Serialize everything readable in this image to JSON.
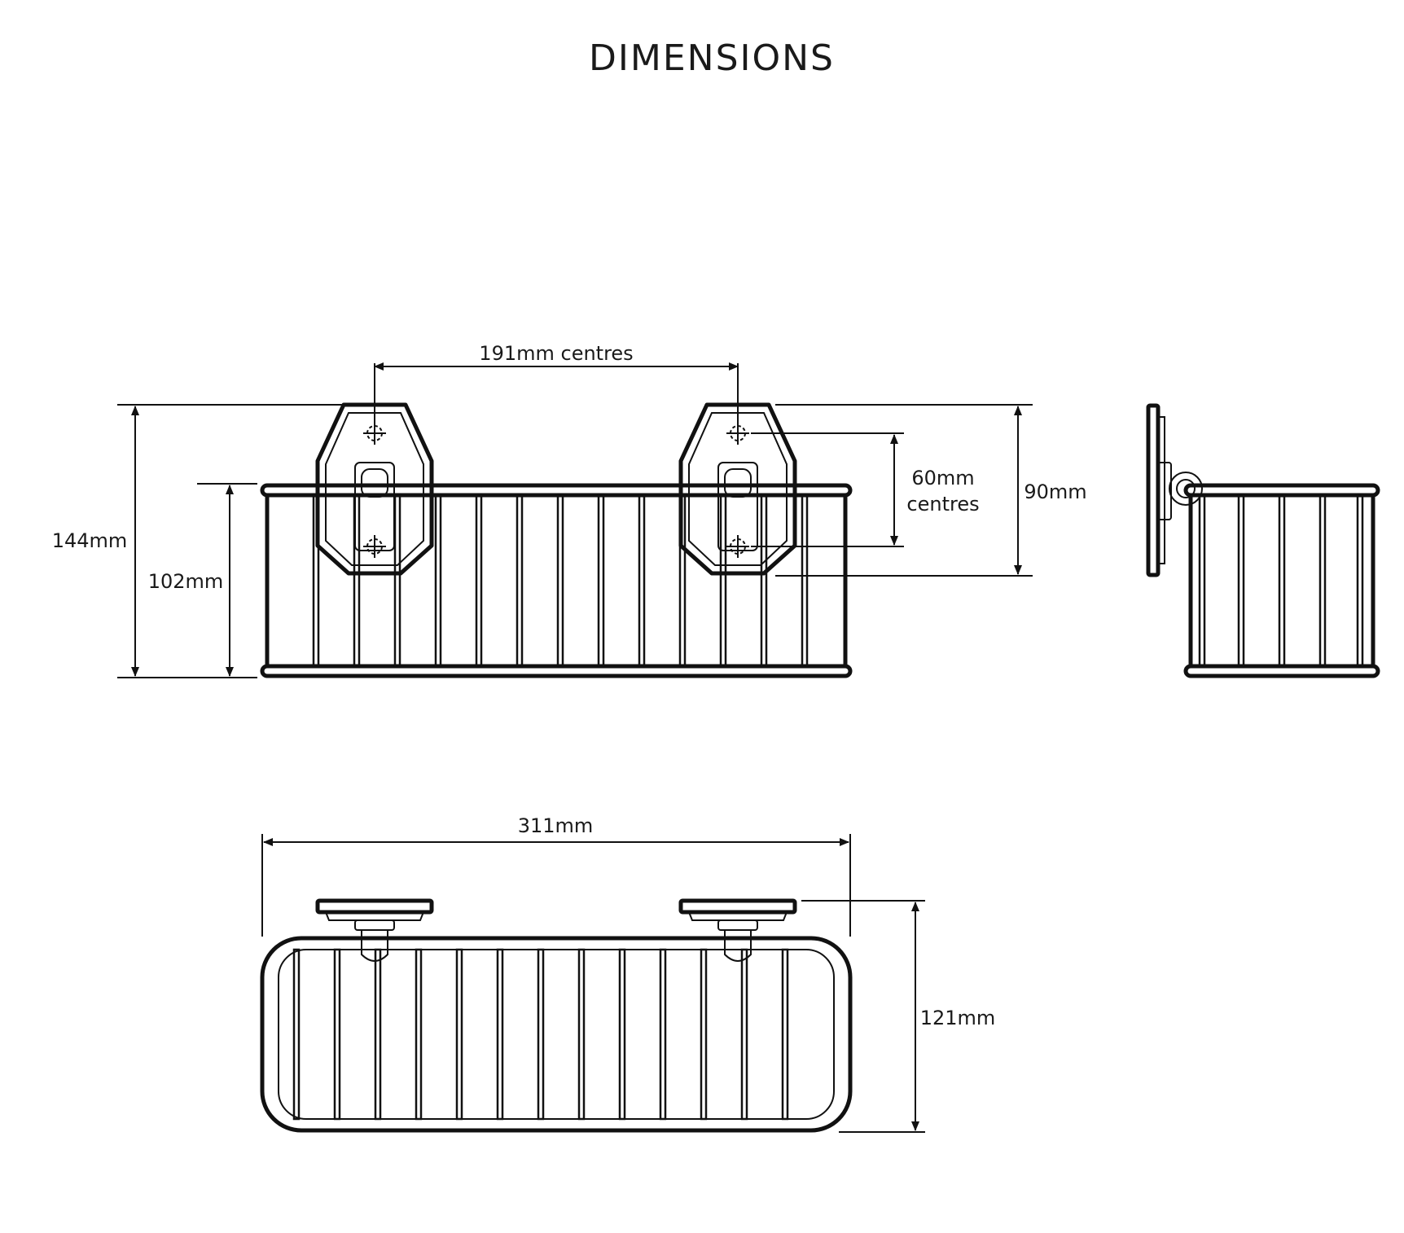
{
  "title": "DIMENSIONS",
  "dimensions": {
    "fixing_centres_horizontal": "191mm centres",
    "fixing_centres_vertical_line1": "60mm",
    "fixing_centres_vertical_line2": "centres",
    "backplate_height": "90mm",
    "overall_height": "144mm",
    "basket_height": "102mm",
    "overall_width": "311mm",
    "overall_depth": "121mm"
  },
  "colors": {
    "line": "#111111",
    "background": "#ffffff"
  }
}
